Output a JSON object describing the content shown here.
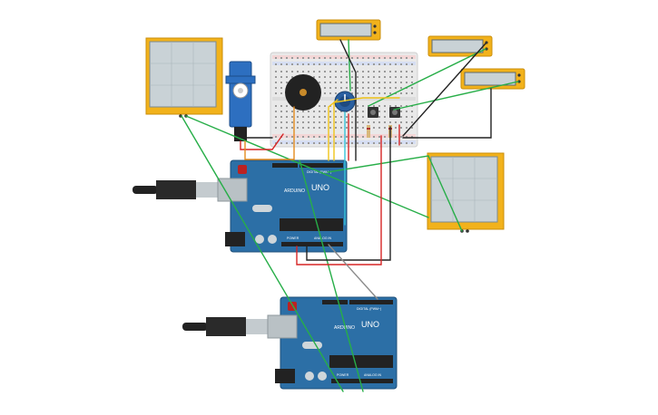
{
  "colors": {
    "board": "#2c6fa6",
    "board_dark": "#1e4f79",
    "sensor_frame": "#f2b21b",
    "sensor_screen": "#c9d2d6",
    "breadboard": "#e9e9e9",
    "wire_green": "#27ae48",
    "wire_red": "#d62525",
    "wire_black": "#222222",
    "wire_yellow": "#f0c419",
    "wire_gray": "#8a8a8a",
    "wire_cyan": "#38c4d8",
    "wire_orange": "#e38b1e"
  },
  "boards": [
    {
      "logo_text": "ARDUINO",
      "model_text": "UNO",
      "digital_label": "DIGITAL (PWM~)",
      "power_label": "POWER",
      "analog_label": "ANALOG IN"
    },
    {
      "logo_text": "ARDUINO",
      "model_text": "UNO",
      "digital_label": "DIGITAL (PWM~)",
      "power_label": "POWER",
      "analog_label": "ANALOG IN"
    }
  ],
  "components": {
    "force_sensors": [
      "force-sensor-top-left",
      "force-sensor-right"
    ],
    "lcds": [
      "lcd-top-center",
      "lcd-top-right",
      "lcd-right"
    ],
    "others": [
      "servo-motor",
      "piezo-buzzer",
      "potentiometer",
      "pushbutton-1",
      "pushbutton-2",
      "breadboard",
      "usb-cable-1",
      "usb-cable-2"
    ]
  }
}
